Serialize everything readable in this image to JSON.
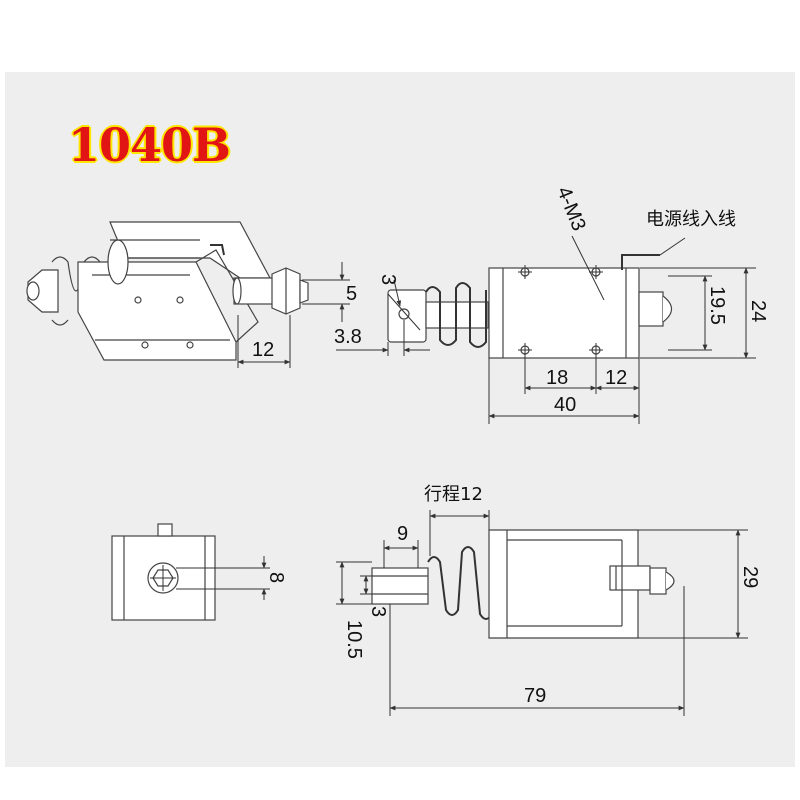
{
  "model": "1040B",
  "power_wire_label": "电源线入线",
  "mounting_holes": "4-M3",
  "stroke_label": "行程12",
  "dimensions": {
    "plunger_diameter": "5",
    "plunger_protrusion": "12",
    "pin_hole": "3",
    "pin_hole_offset": "3.8",
    "width": "24",
    "hole_spacing_vertical": "19.5",
    "hole_spacing_horizontal": "18",
    "hole_to_end": "12",
    "body_length": "40",
    "plunger_slot": "9",
    "end_view_hole": "8",
    "slot_width": "3",
    "plunger_height": "10.5",
    "body_height": "29",
    "overall_length": "79"
  }
}
